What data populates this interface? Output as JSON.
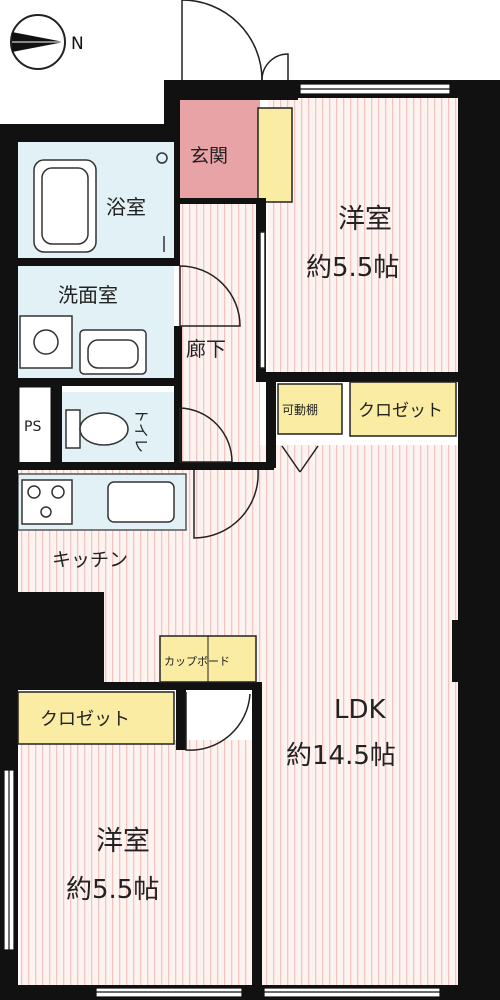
{
  "compass": {
    "north_label": "N"
  },
  "rooms": {
    "entrance": "玄関",
    "bathroom": "浴室",
    "washroom": "洗面室",
    "hallway": "廊下",
    "toilet": "トイレ",
    "ps": "PS",
    "kitchen": "キッチン",
    "western_top": {
      "name": "洋室",
      "size": "約5.5帖"
    },
    "western_bottom": {
      "name": "洋室",
      "size": "約5.5帖"
    },
    "ldk": {
      "name": "LDK",
      "size": "約14.5帖"
    }
  },
  "storage": {
    "movable_shelf": "可動棚",
    "closet_top": "クロゼット",
    "cupboard": "カップボード",
    "closet_bottom": "クロゼット"
  },
  "colors": {
    "wall": "#111111",
    "floor_stripe": "#f2c6c0",
    "floor_bg": "#fdf3f1",
    "wet_area": "#e2f1f5",
    "entrance": "#e8a3a6",
    "storage": "#faeca3"
  }
}
